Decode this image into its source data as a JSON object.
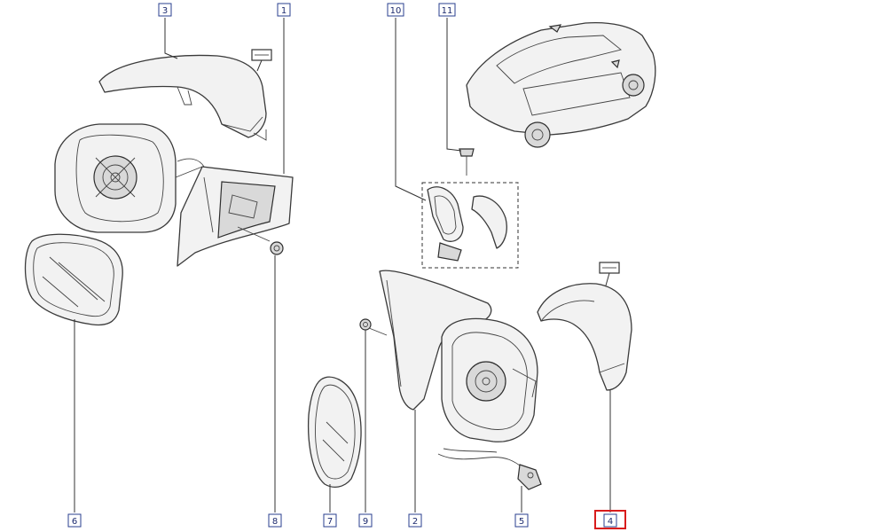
{
  "callouts": [
    {
      "id": "1",
      "label": "1"
    },
    {
      "id": "2",
      "label": "2"
    },
    {
      "id": "3",
      "label": "3"
    },
    {
      "id": "4",
      "label": "4",
      "highlighted": true
    },
    {
      "id": "5",
      "label": "5"
    },
    {
      "id": "6",
      "label": "6"
    },
    {
      "id": "7",
      "label": "7"
    },
    {
      "id": "8",
      "label": "8"
    },
    {
      "id": "9",
      "label": "9"
    },
    {
      "id": "10",
      "label": "10"
    },
    {
      "id": "11",
      "label": "11"
    }
  ],
  "colors": {
    "callout_border": "#2a3f8f",
    "highlight": "#d81c1c",
    "line": "#3a3a3a"
  },
  "icons": [
    "paint-note-icon",
    "vehicle-locator-icon"
  ]
}
